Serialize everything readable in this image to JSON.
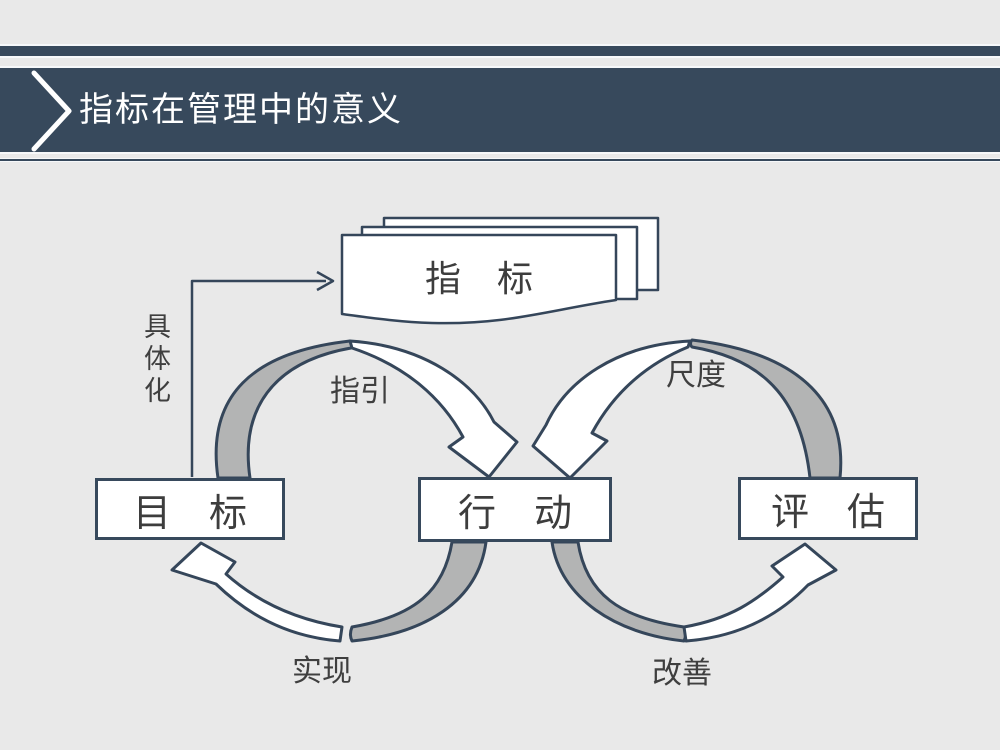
{
  "header": {
    "title": "指标在管理中的意义"
  },
  "diagram": {
    "document_label": "指　标",
    "boxes": {
      "goal": "目　标",
      "action": "行　动",
      "evaluation": "评　估"
    },
    "labels": {
      "concretize": "具体化",
      "guide": "指引",
      "measure": "尺度",
      "realize": "实现",
      "improve": "改善"
    }
  },
  "colors": {
    "header_slate": "#37495c",
    "ribbon_outline": "#35465a",
    "ribbon_gray": "#b3b4b4",
    "background": "#e9e9e9",
    "box_fill": "#ffffff",
    "text_dark": "#3d3d3d"
  }
}
